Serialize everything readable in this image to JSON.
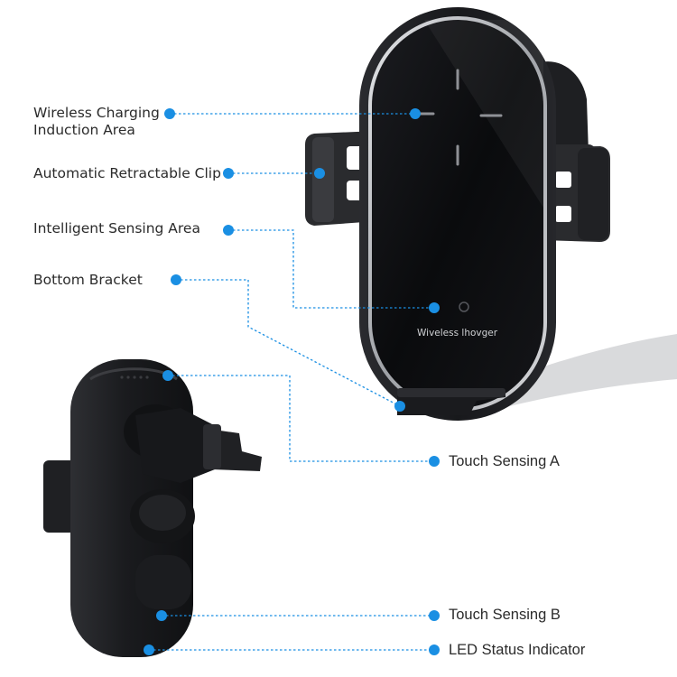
{
  "colors": {
    "accent": "#1a8fe3",
    "device": "#1c1d20",
    "glass": "#0c0d10",
    "text": "#2b2b2b"
  },
  "product": {
    "face_text": "Wiveless lhovger"
  },
  "callouts": [
    {
      "id": "wireless-charging",
      "lines": [
        "Wireless Charging",
        " Induction Area"
      ]
    },
    {
      "id": "retractable-clip",
      "lines": [
        "Automatic Retractable Clip"
      ]
    },
    {
      "id": "sensing-area",
      "lines": [
        "Intelligent Sensing Area"
      ]
    },
    {
      "id": "bottom-bracket",
      "lines": [
        "Bottom Bracket"
      ]
    },
    {
      "id": "touch-a",
      "lines": [
        "Touch Sensing A"
      ]
    },
    {
      "id": "touch-b",
      "lines": [
        "Touch Sensing B"
      ]
    },
    {
      "id": "led-indicator",
      "lines": [
        "LED Status Indicator"
      ]
    }
  ]
}
